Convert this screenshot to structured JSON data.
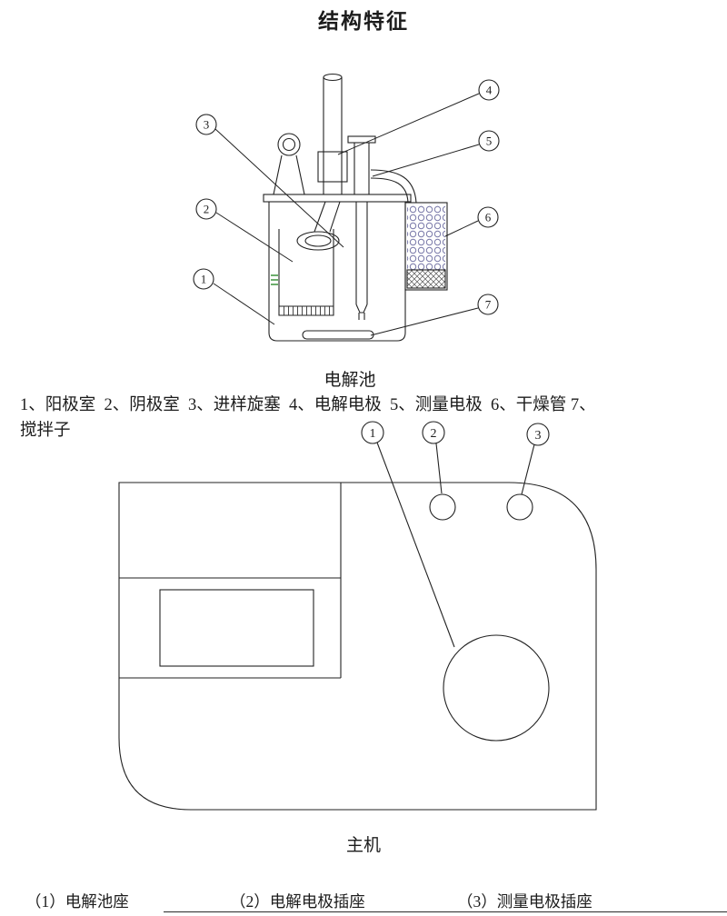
{
  "title": "结构特征",
  "cell": {
    "caption": "电解池",
    "callout_numbers": [
      "1",
      "2",
      "3",
      "4",
      "5",
      "6",
      "7"
    ]
  },
  "legend": {
    "line1": "1、阳极室  2、阴极室  3、进样旋塞  4、电解电极  5、测量电极  6、干燥管 7、",
    "line2": "搅拌子"
  },
  "main_unit": {
    "caption": "主机",
    "callout_numbers": [
      "1",
      "2",
      "3"
    ]
  },
  "bottom_legend": {
    "item1": "（1）电解池座",
    "item2": "（2）电解电极插座",
    "item3": "（3）测量电极插座"
  },
  "colors": {
    "line": "#1c1c1c",
    "beads": "#7878a8",
    "graduation": "#2e8b2e"
  }
}
